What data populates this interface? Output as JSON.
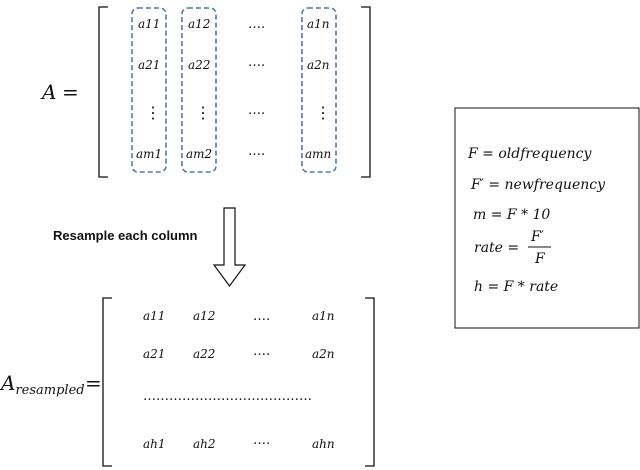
{
  "matrix_A": {
    "lhs": "A",
    "equals": "=",
    "col1": [
      "a11",
      "a21",
      "⋮",
      "am1"
    ],
    "col2": [
      "a12",
      "a22",
      "⋮",
      "am2"
    ],
    "col3": [
      "….",
      "….",
      "….",
      "…."
    ],
    "col4": [
      "a1n",
      "a2n",
      "⋮",
      "amn"
    ],
    "highlight_color": "#4a7ab8"
  },
  "arrow_label": "Resample each column",
  "matrix_resampled": {
    "lhs_base": "A",
    "lhs_sub": "resampled",
    "equals": "=",
    "row1": [
      "a11",
      "a12",
      "….",
      "a1n"
    ],
    "row2": [
      "a21",
      "a22",
      "….",
      "a2n"
    ],
    "row3_dots": "…………………………………",
    "row4": [
      "ah1",
      "ah2",
      "….",
      "ahn"
    ]
  },
  "definitions": {
    "line1": "F = oldfrequency",
    "line2": "F′ = newfrequency",
    "line3": "m = F * 10",
    "line4_lhs": "rate =",
    "line4_num": "F′",
    "line4_den": "F",
    "line5": "h = F * rate"
  }
}
